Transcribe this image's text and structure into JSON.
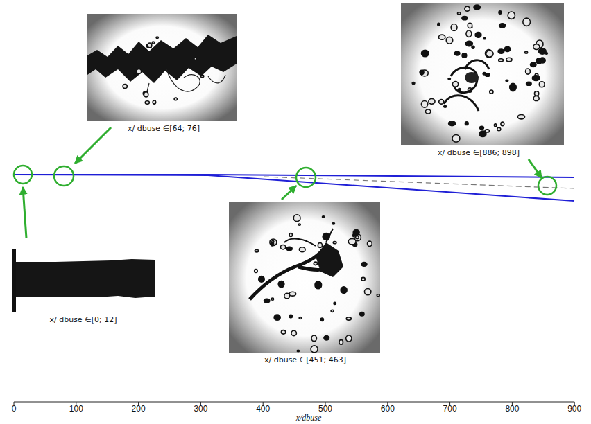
{
  "diagram": {
    "labels": [
      "x/ dbuse ∈[64; 76]",
      "x/ dbuse ∈[886; 898]",
      "x/ dbuse ∈[0; 12]",
      "x/ dbuse ∈[451; 463]",
      "0",
      "100",
      "200",
      "300",
      "400",
      "500",
      "600",
      "700",
      "800",
      "900",
      "x/dbuse"
    ]
  }
}
